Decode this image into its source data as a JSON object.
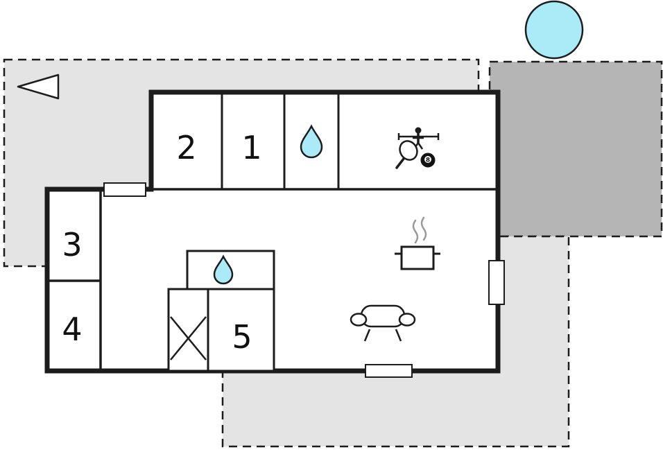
{
  "page": {
    "type": "holiday-home-floor-plan"
  },
  "rooms": {
    "room1": "1",
    "room2": "2",
    "room3": "3",
    "room4": "4",
    "room5": "5"
  },
  "labels": {
    "eight_ball": "8"
  },
  "icons": {
    "direction_arrow": "direction-arrow",
    "bathroom_drop": "water-drop",
    "utility_drop": "water-drop",
    "game_area": "table-tennis-billiards-foosball",
    "kitchen": "cooking-pot-with-steam",
    "living": "sofa",
    "stairs": "x-cross",
    "pool": "round-pool"
  },
  "colors": {
    "terrace": "#e4e4e4",
    "patio": "#b5b5b5",
    "water": "#abebf8",
    "wall": "#1c1c1c",
    "steam": "#999999",
    "white": "#ffffff"
  }
}
